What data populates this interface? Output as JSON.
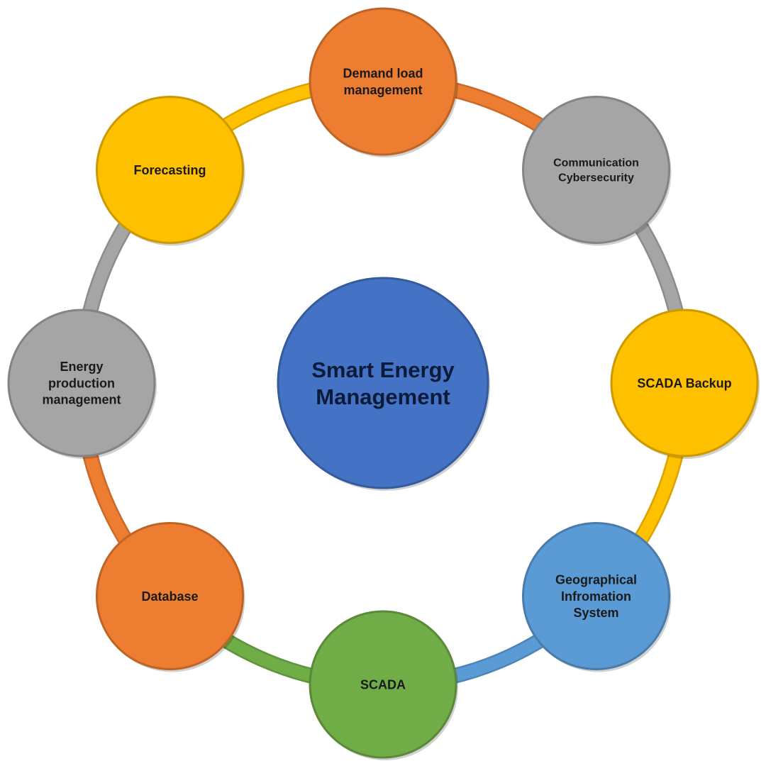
{
  "center": {
    "label_lines": [
      "Smart Energy",
      "Management"
    ],
    "color": "#4472C4"
  },
  "nodes": [
    {
      "id": "demand-load-management",
      "label_lines": [
        "Demand load",
        "management"
      ],
      "color": "#ED7D31"
    },
    {
      "id": "communication-cybersecurity",
      "label_lines": [
        "Communication",
        "Cybersecurity"
      ],
      "color": "#A5A5A5"
    },
    {
      "id": "scada-backup",
      "label_lines": [
        "SCADA Backup"
      ],
      "color": "#FFC000"
    },
    {
      "id": "geographical-infromation-system",
      "label_lines": [
        "Geographical",
        "Infromation",
        "System"
      ],
      "color": "#5B9BD5"
    },
    {
      "id": "scada",
      "label_lines": [
        "SCADA"
      ],
      "color": "#70AD47"
    },
    {
      "id": "database",
      "label_lines": [
        "Database"
      ],
      "color": "#ED7D31"
    },
    {
      "id": "energy-production-management",
      "label_lines": [
        "Energy",
        "production",
        "management"
      ],
      "color": "#A5A5A5"
    },
    {
      "id": "forecasting",
      "label_lines": [
        "Forecasting"
      ],
      "color": "#FFC000"
    }
  ],
  "ring_segment_colors": [
    "#ED7D31",
    "#A5A5A5",
    "#FFC000",
    "#5B9BD5",
    "#70AD47",
    "#ED7D31",
    "#A5A5A5",
    "#FFC000"
  ]
}
